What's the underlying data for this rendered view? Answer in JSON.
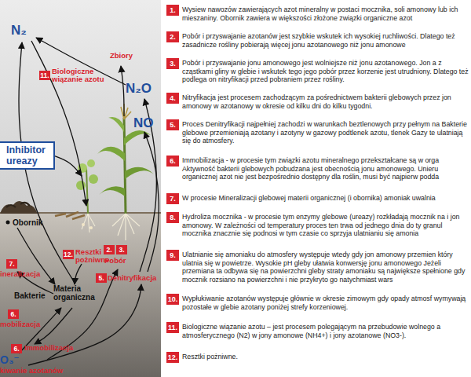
{
  "diagram": {
    "nodes": [
      {
        "text": [
          "Inhibitor ureazy"
        ]
      }
    ],
    "labels": [
      "N₂",
      "Zbiory",
      "N₂O",
      "NO",
      "11.",
      "Biologiczne wiązanie azotu",
      "Obornik",
      "7.",
      "ineralizacja",
      "Bakterie",
      "12.",
      "Resztki pożniwne",
      "2.",
      "3.",
      "Pobór",
      "Materia organiczna",
      "6.",
      "mobilizacja",
      "5.",
      "Denitryfikacja",
      "6.",
      "Immobilizacja",
      "O₃⁻",
      "kiwanie azotanów",
      "1.",
      "Wysiew nawozów zawierających azot mineralny w postaci mocznika, soli amonowy lub ich mieszaniny. Obornik zawiera w większości złożone związki organiczne azot",
      "2.",
      "Pobór i przyswajanie azotanów jest szybkie wskutek ich wysokiej ruchliwości. Dlatego też zasadnicze rośliny pobierają więcej jonu azotanowego niż jonu amonowe",
      "3.",
      "Pobór i przyswajanie jonu amonowego jest wolniejsze niż jonu azotanowego. Jon a z cząstkami gliny w glebie i wskutek tego jego pobór przez korzenie jest utrudniony. Dlatego też podlega on nitryfikacji przed pobraniem przez rośliny.",
      "4.",
      "Nitryfikacja jest procesem zachodzącym za pośrednictwem bakterii glebowych przez jon amonowy w azotanowy w okresie od kilku dni do kilku tygodni.",
      "5.",
      "Proces Denitryfikacji najpełniej zachodzi w warunkach beztlenowych przy pełnym na Bakterie glebowe przemieniają azotany i azotyny w gazowy podtlenek azotu, tlenek Gazy te ulatniają się do atmosfery.",
      "6.",
      "Immobilizacja - w procesie tym związki azotu mineralnego przekształcane są w orga Aktywność bakterii glebowych pobudzana jest obecnością jonu amonowego. Unieru organicznej azot nie jest bezpośrednio dostępny dla roślin, musi być najpierw podda",
      "7.",
      "W procesie Mineralizacji glebowej materii organicznej (i obornika) amoniak uwalnia",
      "8.",
      "Hydroliza mocznika - w procesie tym enzymy glebowe (ureazy) rozkładają mocznik na i jon amonowy. W zależności od temperatury proces ten trwa od jednego dnia do ty granul mocznika znacznie się podnosi w tym czasie co sprzyja ulatnianiu się amonia",
      "9.",
      "Ulatnianie się amoniaku do atmosfery występuje wtedy gdy jon amonowy przemien który ulatnia się w powietrze. Wysokie pH gleby ułatwia konwersję jonu amonowego Jeżeli przemiana ta odbywa się na powierzchni gleby straty amoniaku są największe spełnione gdy mocznik rozsiano na powierzchni i nie przykryto go natychmiast wars",
      "10.",
      "Wypłukiwanie azotanów występuje głównie w okresie zimowym gdy opady atmosf wymywają pozostałe w glebie azotany poniżej strefy korzeniowej.",
      "11.",
      "Biologiczne wiązanie azotu – jest procesem polegającym na przebudowie wolnego a atmosferycznego (N2) w jony amonowe (NH4+) i jony azotanowe (NO3-).",
      "12.",
      "Resztki pożniwne."
    ]
  }
}
